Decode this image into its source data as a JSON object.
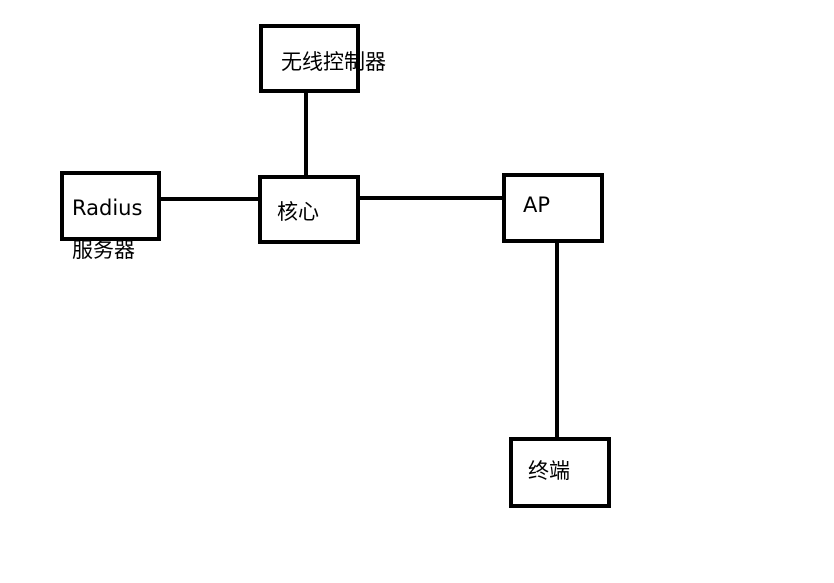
{
  "diagram": {
    "nodes": {
      "controller": {
        "label": "无线控制器"
      },
      "radius": {
        "label": "Radius",
        "sublabel": "服务器"
      },
      "core": {
        "label": "核心"
      },
      "ap": {
        "label": "AP"
      },
      "terminal": {
        "label": "终端"
      }
    },
    "links": [
      {
        "from": "controller",
        "to": "core"
      },
      {
        "from": "radius",
        "to": "core"
      },
      {
        "from": "core",
        "to": "ap"
      },
      {
        "from": "ap",
        "to": "terminal"
      }
    ],
    "colors": {
      "stroke": "#000000",
      "background": "#ffffff"
    }
  }
}
